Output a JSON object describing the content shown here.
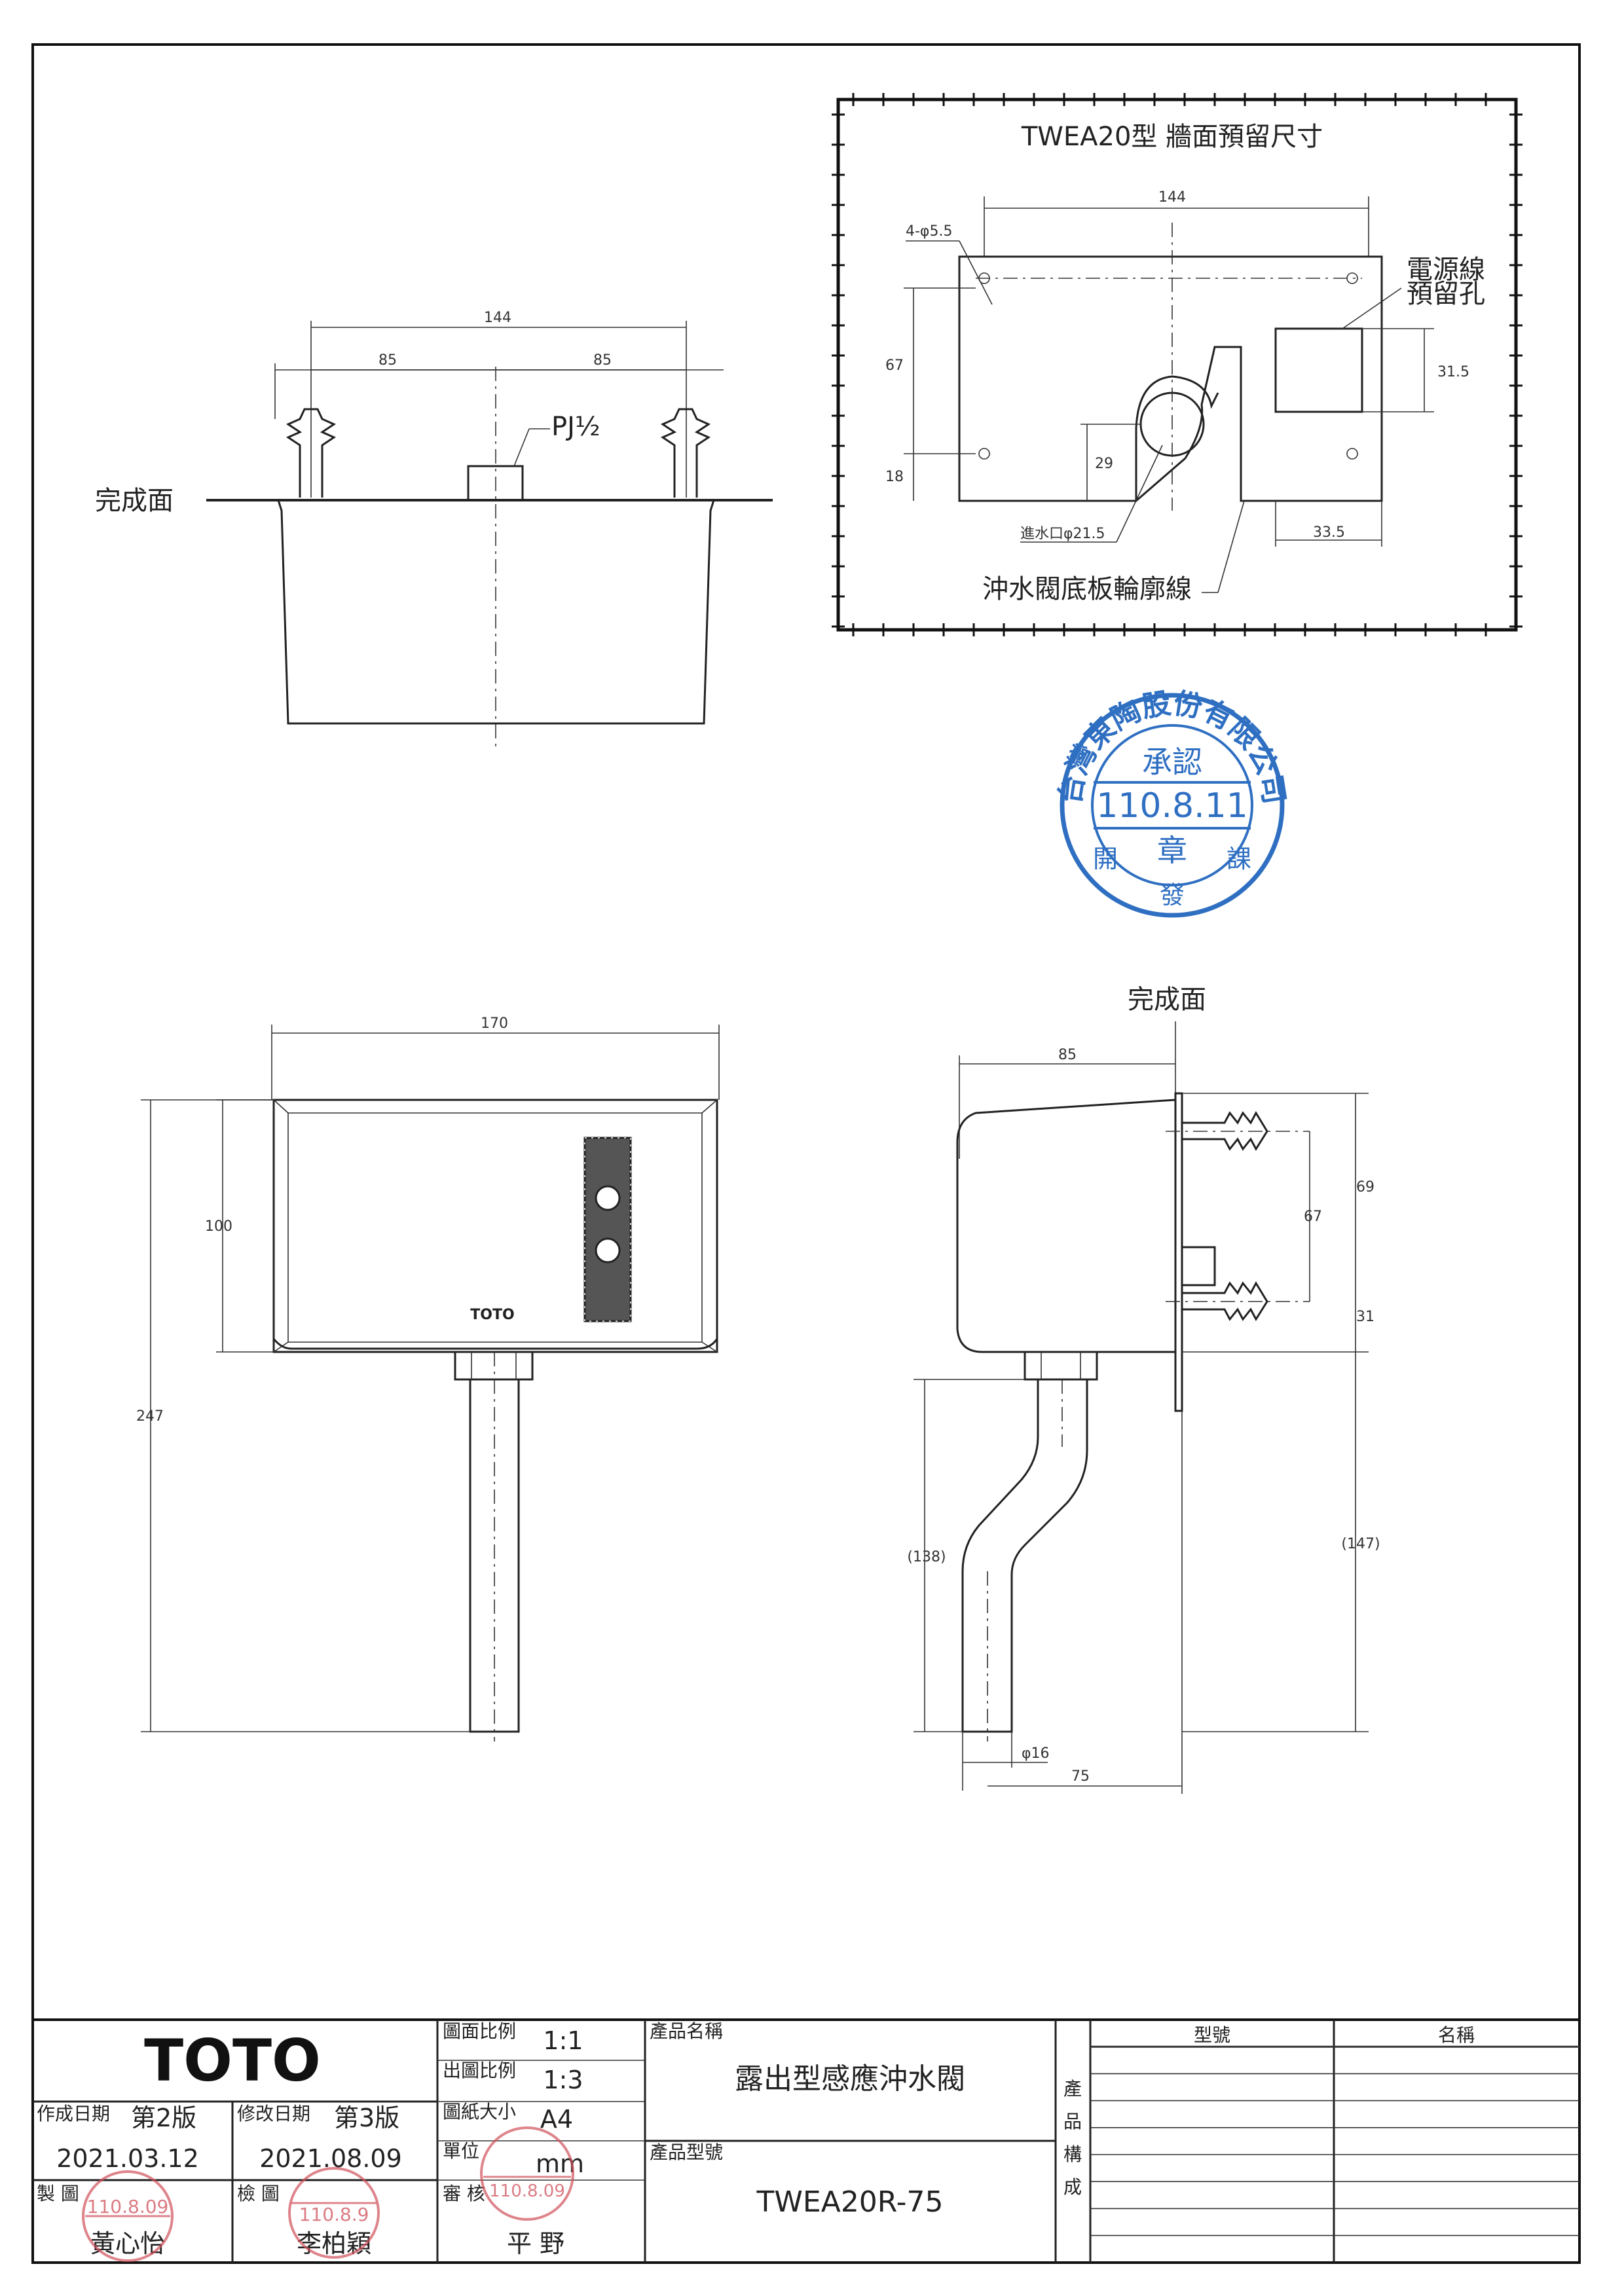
{
  "drawing": {
    "inset": {
      "title": "TWEA20型  牆面預留尺寸",
      "dims": {
        "width": "144",
        "holes": "4-φ5.5",
        "height_67": "67",
        "height_18": "18",
        "height_29": "29",
        "box_31_5": "31.5",
        "offset_33_5": "33.5",
        "inlet": "進水口φ21.5"
      },
      "power_hole_label": [
        "電源線",
        "預留孔"
      ],
      "outline_label": "沖水閥底板輪廓線"
    },
    "top_view": {
      "dim_total": "144",
      "dim_left": "85",
      "dim_right": "85",
      "thread": "PJ½",
      "finish_surface": "完成面"
    },
    "front_view": {
      "dim_width": "170",
      "dim_height_box": "100",
      "dim_height_total": "247",
      "brand": "TOTO"
    },
    "side_view": {
      "finish_surface": "完成面",
      "dim_depth": "85",
      "dim_69": "69",
      "dim_67": "67",
      "dim_31": "31",
      "dim_138": "(138)",
      "dim_147": "(147)",
      "dim_pipe": "φ16",
      "dim_75": "75"
    },
    "stamp": {
      "company": "台灣東陶股份有限公司",
      "approve": "承認",
      "date": "110.8.11",
      "seal": "章",
      "dept_left": "開",
      "dept_mid": "發",
      "dept_right": "課"
    }
  },
  "title_block": {
    "logo": "TOTO",
    "drawing_scale_label": "圖面比例",
    "drawing_scale": "1:1",
    "print_scale_label": "出圖比例",
    "print_scale": "1:3",
    "paper_label": "圖紙大小",
    "paper": "A4",
    "unit_label": "單位",
    "unit": "mm",
    "review_label": "審 核",
    "reviewer": "平 野",
    "created_label": "作成日期",
    "created_version": "第2版",
    "created_date": "2021.03.12",
    "revised_label": "修改日期",
    "revised_version": "第3版",
    "revised_date": "2021.08.09",
    "drawn_label": "製 圖",
    "drawn_by": "黃心怡",
    "check_label": "檢 圖",
    "checked_by": "李柏穎",
    "product_name_label": "產品名稱",
    "product_name": "露出型感應沖水閥",
    "product_model_label": "產品型號",
    "product_model": "TWEA20R-75",
    "composition_label": [
      "產",
      "品",
      "構",
      "成"
    ],
    "col_model": "型號",
    "col_name": "名稱",
    "stamp_drawn_date": "110.8.09",
    "stamp_check_date": "110.8.9",
    "stamp_review_date": "110.8.09"
  }
}
